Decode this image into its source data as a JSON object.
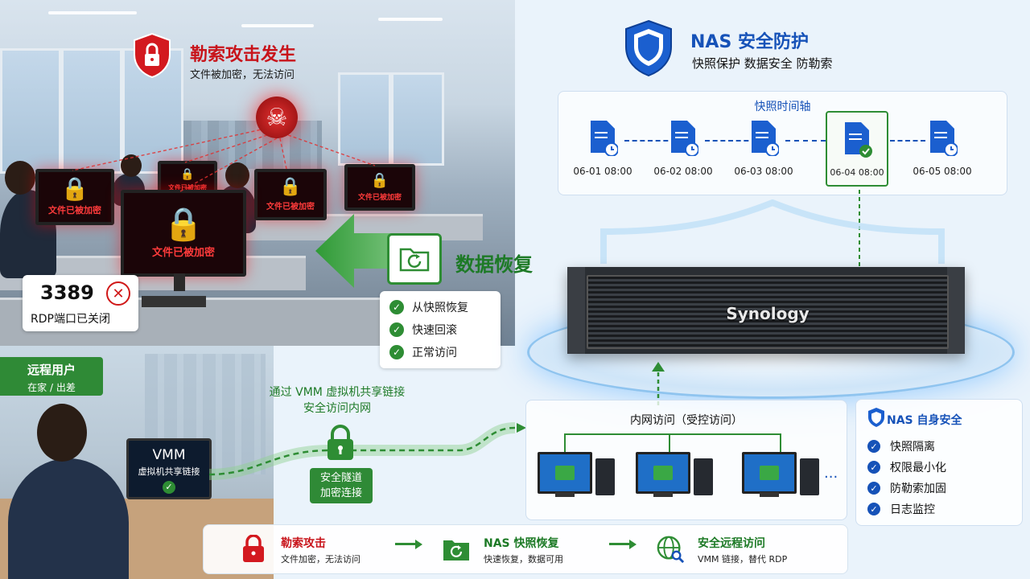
{
  "ransomware": {
    "title": "勒索攻击发生",
    "subtitle": "文件被加密，无法访问",
    "screen_text": "文件已被加密"
  },
  "rdp": {
    "port": "3389",
    "label": "RDP端口已关闭"
  },
  "recovery": {
    "title": "数据恢复",
    "steps": [
      "从快照恢复",
      "快速回滚",
      "正常访问"
    ]
  },
  "remote_user": {
    "title": "远程用户",
    "subtitle": "在家 / 出差",
    "laptop_title": "VMM",
    "laptop_subtitle": "虚拟机共享链接"
  },
  "vmm_caption": {
    "line1": "通过 VMM 虚拟机共享链接",
    "line2": "安全访问内网"
  },
  "tunnel": {
    "line1": "安全隧道",
    "line2": "加密连接"
  },
  "nas": {
    "title": "NAS 安全防护",
    "subtitle": "快照保护  数据安全  防勒索"
  },
  "timeline": {
    "title": "快照时间轴",
    "snapshots": [
      {
        "date": "06-01 08:00",
        "selected": false
      },
      {
        "date": "06-02 08:00",
        "selected": false
      },
      {
        "date": "06-03 08:00",
        "selected": false
      },
      {
        "date": "06-04 08:00",
        "selected": true
      },
      {
        "date": "06-05 08:00",
        "selected": false
      }
    ]
  },
  "server": {
    "brand": "Synology"
  },
  "intranet": {
    "title": "内网访问（受控访问）",
    "more": "..."
  },
  "self_security": {
    "title": "NAS 自身安全",
    "items": [
      "快照隔离",
      "权限最小化",
      "防勒索加固",
      "日志监控"
    ]
  },
  "flow": {
    "step1_title": "勒索攻击",
    "step1_sub": "文件加密，无法访问",
    "step2_title": "NAS 快照恢复",
    "step2_sub": "快速恢复，数据可用",
    "step3_title": "安全远程访问",
    "step3_sub": "VMM 链接，替代 RDP"
  },
  "colors": {
    "danger": "#c8141b",
    "success": "#2e8d34",
    "brand_blue": "#1652b8"
  }
}
